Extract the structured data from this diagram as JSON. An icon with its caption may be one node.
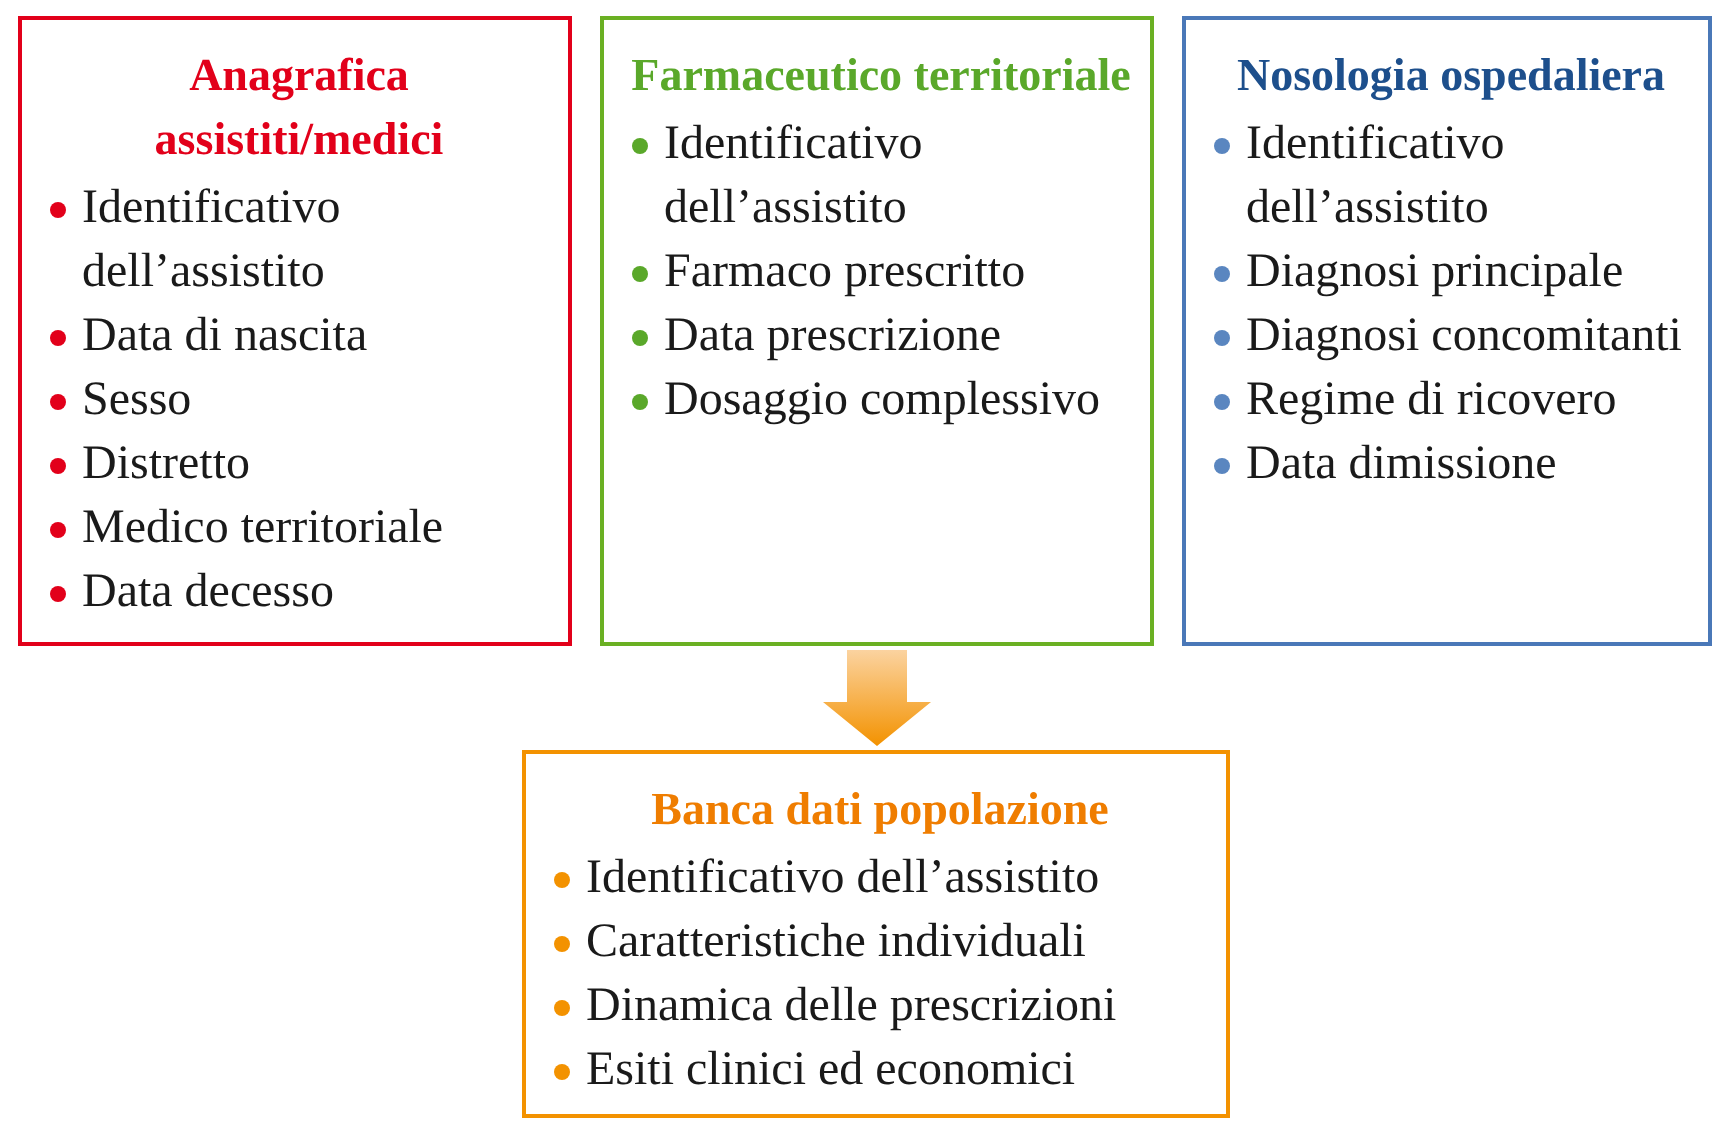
{
  "diagram": {
    "nodes": [
      {
        "text": [
          "Anagrafica assistiti/medici",
          "Identificativo dell’assistito",
          "Data di nascita",
          "Sesso",
          "Distretto",
          "Medico territoriale",
          "Data decesso"
        ]
      },
      {
        "text": [
          "Farmaceutico territoriale",
          "Identificativo dell’assistito",
          "Farmaco prescritto",
          "Data prescrizione",
          "Dosaggio complessivo"
        ]
      },
      {
        "text": [
          "Nosologia ospedaliera",
          "Identificativo dell’assistito",
          "Diagnosi principale",
          "Diagnosi concomitanti",
          "Regime di ricovero",
          "Data dimissione"
        ]
      },
      {
        "text": [
          "Banca dati popolazione",
          "Identificativo dell’assistito",
          "Caratteristiche individuali",
          "Dinamica delle prescrizioni",
          "Esiti clinici ed economici"
        ]
      }
    ],
    "edges": [
      {
        "from": 1,
        "to": 3,
        "arrow": "to"
      }
    ]
  }
}
